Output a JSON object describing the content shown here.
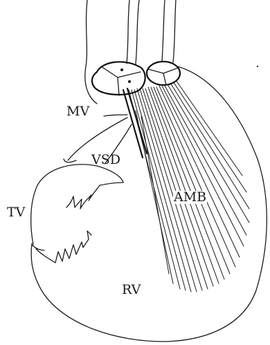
{
  "labels": {
    "mv": "MV",
    "vsd": "VSD",
    "amb": "AMB",
    "tv": "TV",
    "rv": "RV"
  }
}
